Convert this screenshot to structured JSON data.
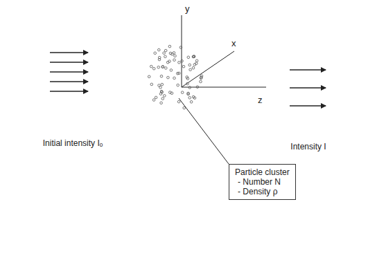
{
  "diagram": {
    "nodes": [
      {
        "text": [
          "Particle cluster",
          "- Number N",
          "- Density ρ"
        ]
      }
    ],
    "labels": [
      "Initial intensity Iₒ",
      "Intensity I",
      "y",
      "x",
      "z"
    ]
  }
}
